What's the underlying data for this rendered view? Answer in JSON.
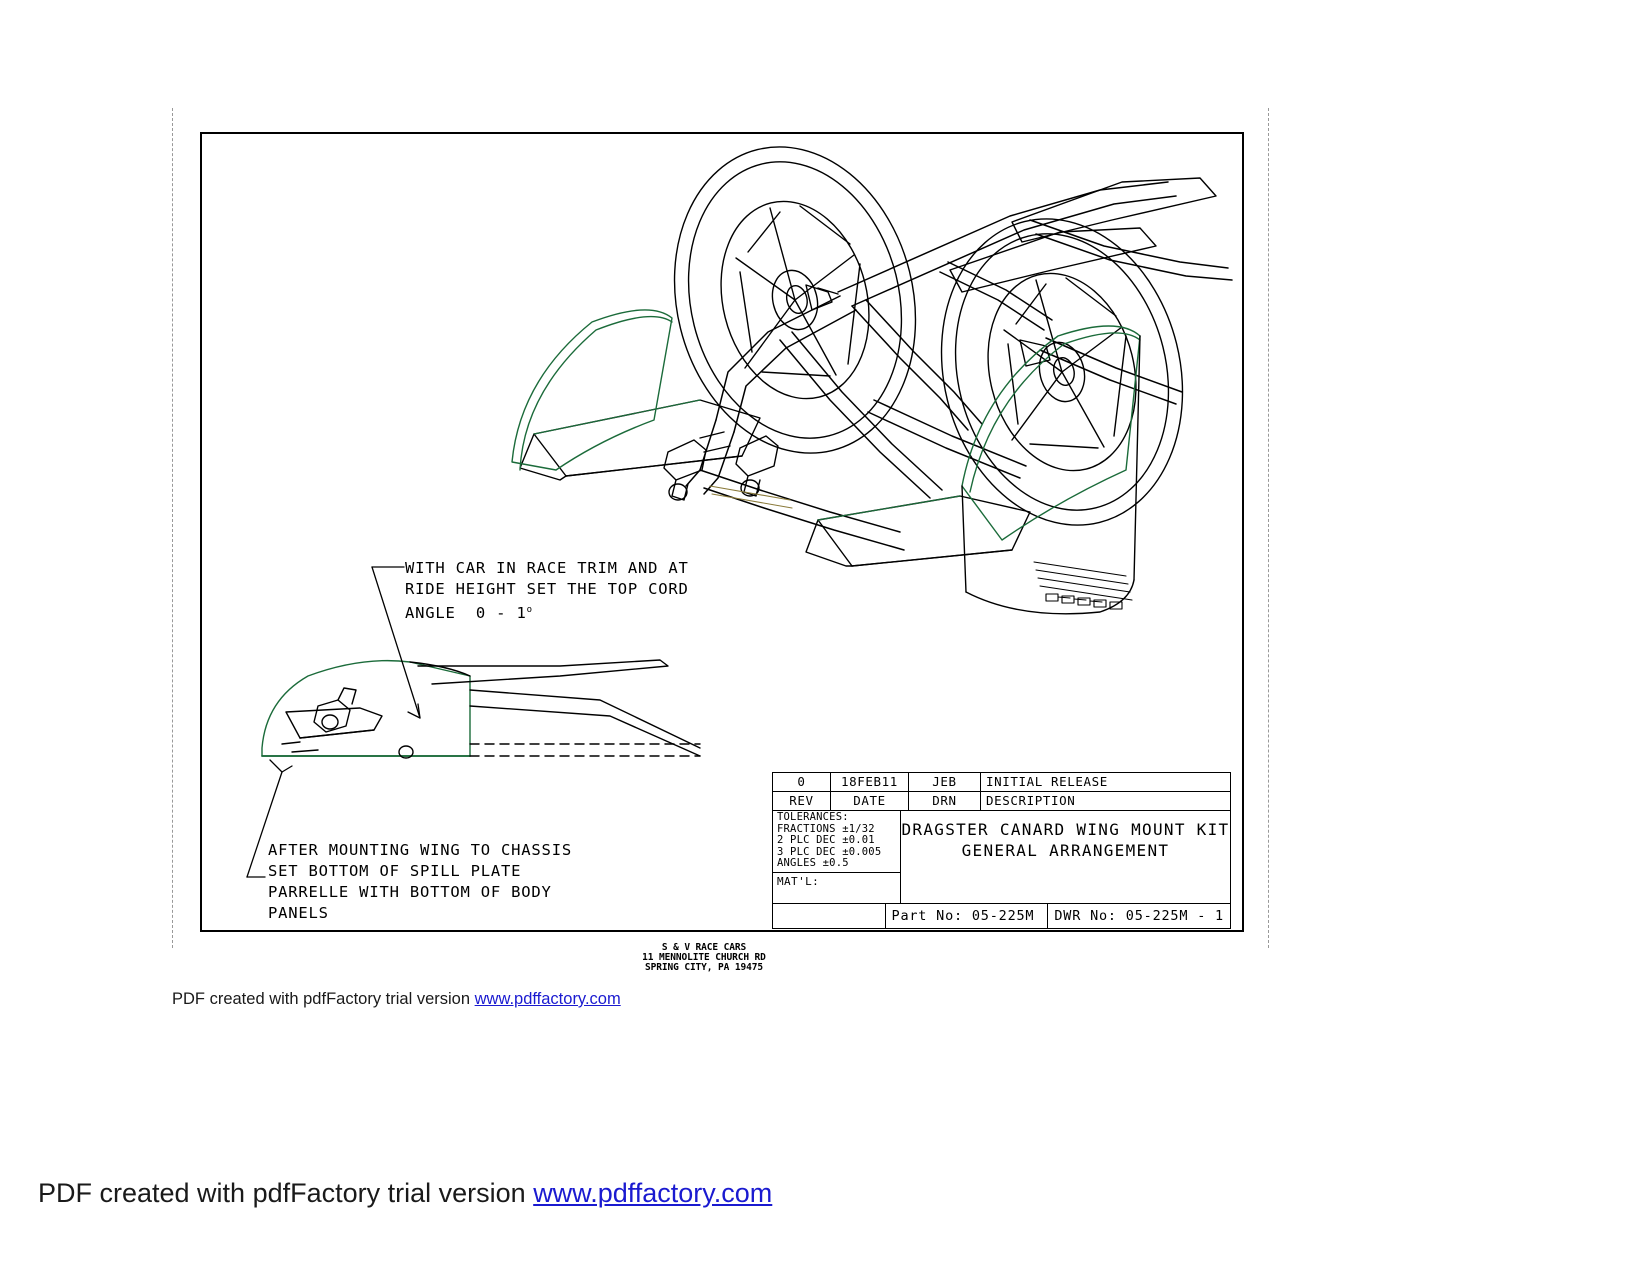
{
  "sheet": {
    "notes": [
      {
        "id": "note-race-trim",
        "lines": [
          "WITH CAR IN RACE TRIM AND AT",
          "RIDE HEIGHT SET THE TOP CORD",
          "ANGLE  0 - 1"
        ],
        "degree_symbol": "o"
      },
      {
        "id": "note-spill-plate",
        "lines": [
          "AFTER MOUNTING WING TO CHASSIS",
          "SET BOTTOM OF SPILL PLATE",
          "PARRELLE WITH BOTTOM OF BODY",
          "PANELS"
        ]
      }
    ]
  },
  "title_block": {
    "revision_row": {
      "rev": "0",
      "date": "18FEB11",
      "drn": "JEB",
      "description": "INITIAL RELEASE"
    },
    "header_row": {
      "rev": "REV",
      "date": "DATE",
      "drn": "DRN",
      "description": "DESCRIPTION"
    },
    "tolerances": {
      "heading": "TOLERANCES:",
      "fractions": "FRACTIONS ±1/32",
      "two_place": "2 PLC DEC ±0.01",
      "three_place": "3 PLC DEC ±0.005",
      "angles": "ANGLES ±0.5"
    },
    "material_label": "MAT'L:",
    "drawing_title_line1": "DRAGSTER CANARD WING MOUNT KIT",
    "drawing_title_line2": "GENERAL ARRANGEMENT",
    "company": {
      "name": "S & V RACE CARS",
      "address": "11 MENNOLITE CHURCH RD",
      "city_state_zip": "SPRING CITY, PA 19475"
    },
    "part_no": "Part No: 05-225M",
    "dwr_no": "DWR No: 05-225M - 1"
  },
  "watermark": {
    "text_prefix": "PDF created with pdfFactory trial version ",
    "link": "www.pdffactory.com"
  },
  "colors": {
    "line": "#000000",
    "green_highlight": "#1b6b3a",
    "link": "#1a1ad0",
    "crop_guide": "#999999"
  }
}
